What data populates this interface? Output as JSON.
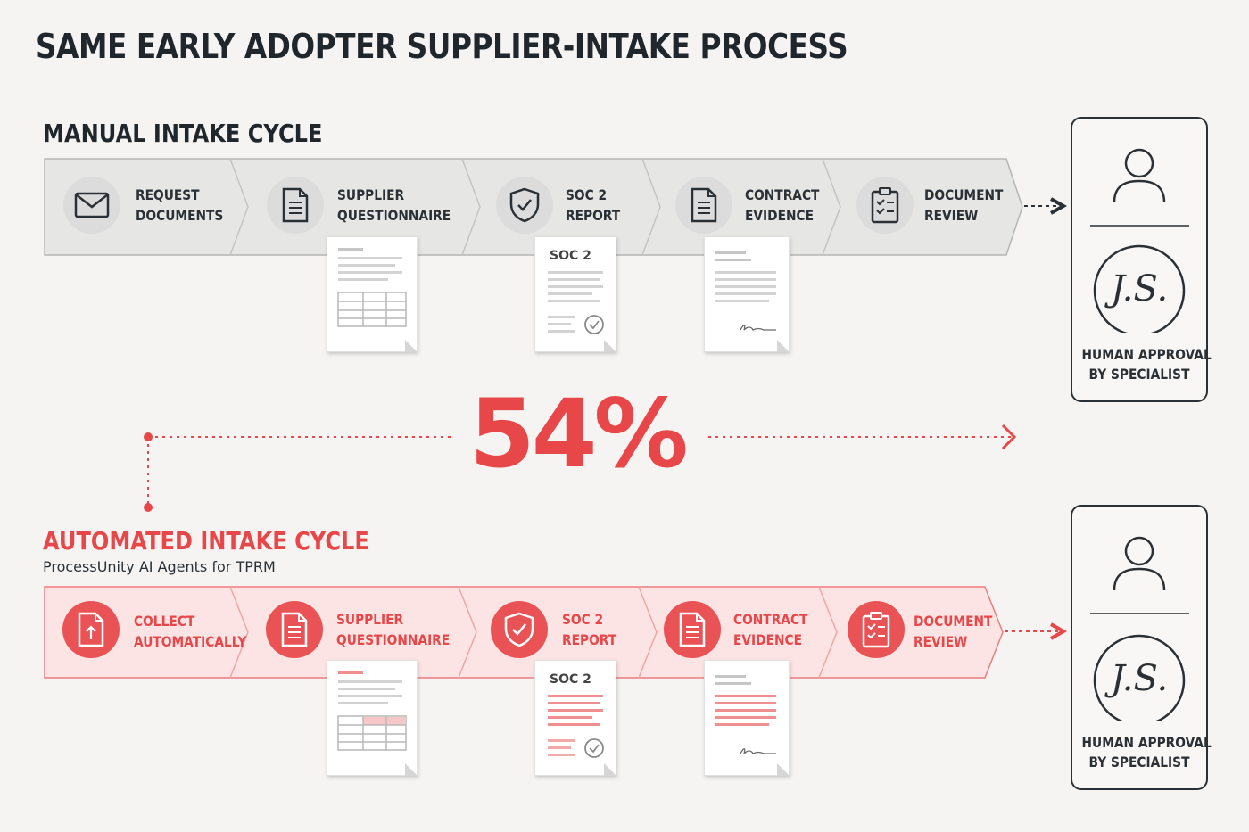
{
  "title": "SAME EARLY ADOPTER SUPPLIER-INTAKE PROCESS",
  "manual": {
    "title": "MANUAL INTAKE CYCLE",
    "steps": [
      {
        "line1": "REQUEST",
        "line2": "DOCUMENTS",
        "icon": "envelope-icon"
      },
      {
        "line1": "SUPPLIER",
        "line2": "QUESTIONNAIRE",
        "icon": "document-icon"
      },
      {
        "line1": "SOC 2",
        "line2": "REPORT",
        "icon": "shield-check-icon"
      },
      {
        "line1": "CONTRACT",
        "line2": "EVIDENCE",
        "icon": "document-icon"
      },
      {
        "line1": "DOCUMENT",
        "line2": "REVIEW",
        "icon": "clipboard-check-icon"
      }
    ],
    "doc_soc_label": "SOC 2",
    "approval": {
      "initials": "J.S.",
      "line1": "HUMAN APPROVAL",
      "line2": "BY SPECIALIST"
    }
  },
  "reduction": "54%",
  "automated": {
    "title": "AUTOMATED INTAKE CYCLE",
    "subtitle": "ProcessUnity AI Agents for TPRM",
    "steps": [
      {
        "line1": "COLLECT",
        "line2": "AUTOMATICALLY",
        "icon": "upload-document-icon"
      },
      {
        "line1": "SUPPLIER",
        "line2": "QUESTIONNAIRE",
        "icon": "document-icon"
      },
      {
        "line1": "SOC 2",
        "line2": "REPORT",
        "icon": "shield-check-icon"
      },
      {
        "line1": "CONTRACT",
        "line2": "EVIDENCE",
        "icon": "document-icon"
      },
      {
        "line1": "DOCUMENT",
        "line2": "REVIEW",
        "icon": "clipboard-check-icon"
      }
    ],
    "doc_soc_label": "SOC 2",
    "approval": {
      "initials": "J.S.",
      "line1": "HUMAN APPROVAL",
      "line2": "BY SPECIALIST"
    }
  },
  "colors": {
    "accent": "#e8474a",
    "dark": "#1f262c",
    "gray": "#dcdcdc",
    "background": "#f5f4f2"
  }
}
